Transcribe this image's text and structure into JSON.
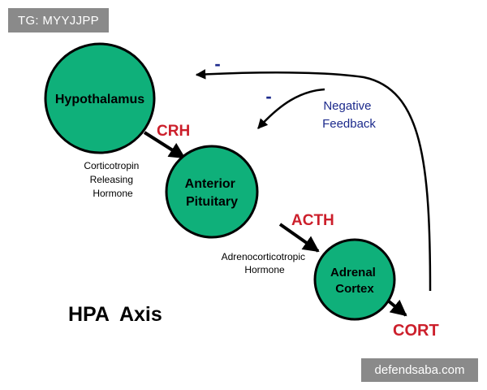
{
  "nodes": {
    "hypothalamus": "Hypothalamus",
    "anterior_pituitary": [
      "Anterior",
      "Pituitary"
    ],
    "adrenal_cortex": [
      "Adrenal",
      "Cortex"
    ]
  },
  "hormones": {
    "crh": "CRH",
    "crh_full": [
      "Corticotropin",
      "Releasing",
      "Hormone"
    ],
    "acth": "ACTH",
    "acth_full": [
      "Adrenocorticotropic",
      "Hormone"
    ],
    "cort": "CORT"
  },
  "feedback": {
    "label": [
      "Negative",
      "Feedback"
    ],
    "sign_outer": "-",
    "sign_inner": "-"
  },
  "title": "HPA  Axis",
  "watermarks": {
    "top_left": "TG: MYYJJPP",
    "bottom_right": "defendsaba.com"
  },
  "colors": {
    "node_fill": "#0fb07a",
    "outline": "#000000",
    "hormone_red": "#cc1f2b",
    "feedback_blue": "#1c2a8c"
  }
}
